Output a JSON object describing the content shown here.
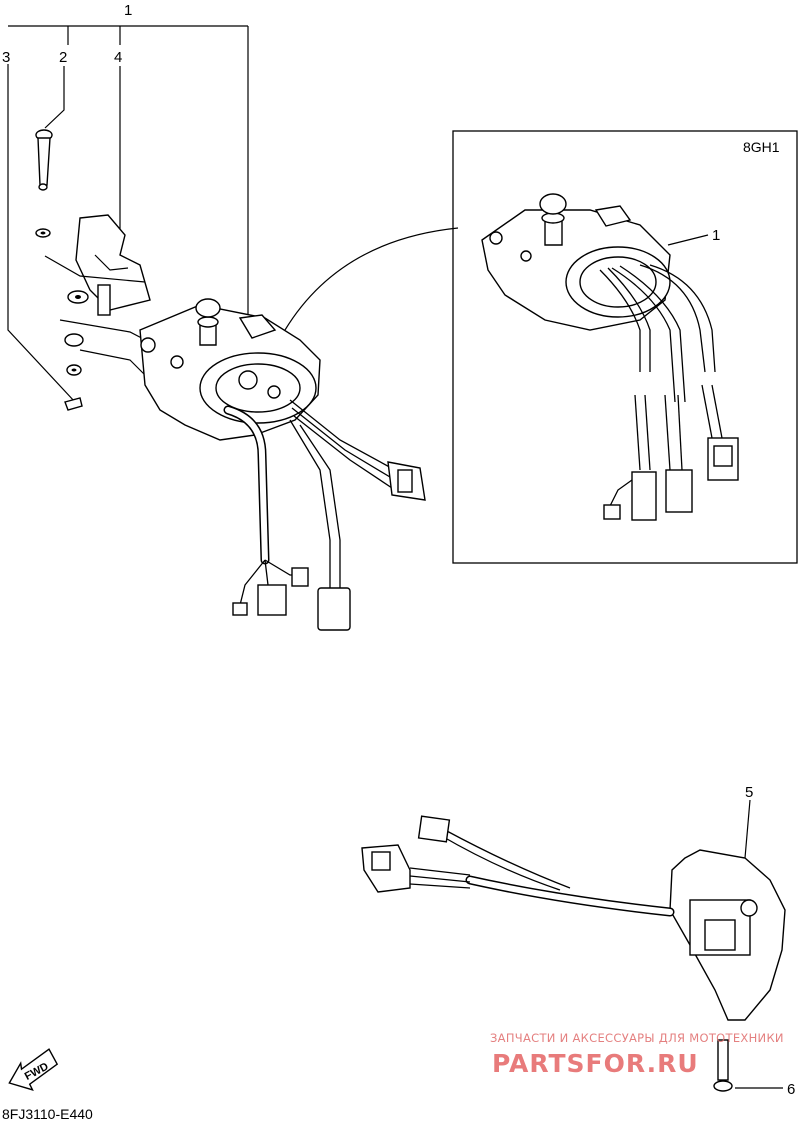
{
  "callouts": {
    "c1": "1",
    "c2": "2",
    "c3": "3",
    "c4": "4",
    "c5": "5",
    "c6": "6",
    "detail_c1": "1"
  },
  "detail": {
    "code": "8GH1"
  },
  "footer": {
    "diagram_code": "8FJ3110-E440",
    "fwd_label": "FWD"
  },
  "watermark": {
    "line1": "ЗАПЧАСТИ И АКСЕССУАРЫ ДЛЯ МОТОТЕХНИКИ",
    "line2": "PARTSFOR.RU"
  }
}
